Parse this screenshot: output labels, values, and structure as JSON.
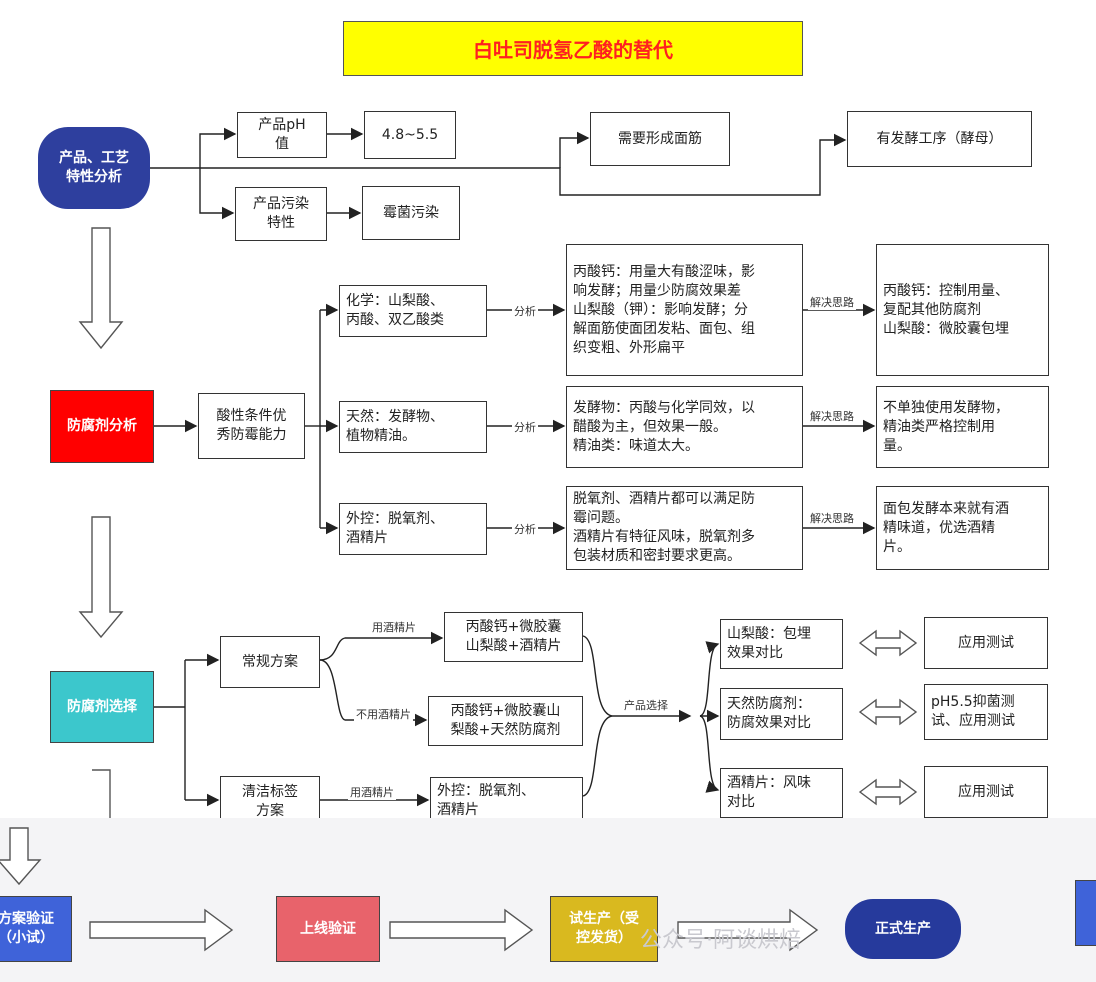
{
  "title": "白吐司脱氢乙酸的替代",
  "nodes": {
    "product_analysis": "产品、工艺\n特性分析",
    "ph": "产品pH\n值",
    "ph_value": "4.8~5.5",
    "contamination": "产品污染\n特性",
    "mold": "霉菌污染",
    "gluten": "需要形成面筋",
    "fermentation": "有发酵工序（酵母）",
    "preservative_analysis": "防腐剂分析",
    "acidic": "酸性条件优\n秀防霉能力",
    "chemical": "化学：山梨酸、\n丙酸、双乙酸类",
    "chemical_analysis": "丙酸钙：用量大有酸涩味，影\n响发酵；用量少防腐效果差\n山梨酸（钾）：影响发酵；分\n解面筋使面团发粘、面包、组\n织变粗、外形扁平",
    "chemical_solution": "丙酸钙：控制用量、\n复配其他防腐剂\n山梨酸：微胶囊包埋",
    "natural": "天然：发酵物、\n植物精油。",
    "natural_analysis": "发酵物：丙酸与化学同效，以\n醋酸为主，但效果一般。\n精油类：味道太大。",
    "natural_solution": "不单独使用发酵物，\n精油类严格控制用\n量。",
    "external": "外控：脱氧剂、\n酒精片",
    "external_analysis": "脱氧剂、酒精片都可以满足防\n霉问题。\n酒精片有特征风味，脱氧剂多\n包装材质和密封要求更高。",
    "external_solution": "面包发酵本来就有酒\n精味道，优选酒精\n片。",
    "preservative_selection": "防腐剂选择",
    "regular": "常规方案",
    "regular_a": "丙酸钙+微胶囊\n山梨酸+酒精片",
    "regular_b": "丙酸钙+微胶囊山\n梨酸+天然防腐剂",
    "clean_label": "清洁标签\n方案",
    "clean_a": "外控：脱氧剂、\n酒精片",
    "test_sorbic": "山梨酸：包埋\n效果对比",
    "test_natural": "天然防腐剂：\n防腐效果对比",
    "test_alcohol": "酒精片：风味\n对比",
    "app_test_1": "应用测试",
    "app_test_2": "pH5.5抑菌测\n试、应用测试",
    "app_test_3": "应用测试",
    "plan_verify": "方案验证\n（小试）",
    "line_verify": "上线验证",
    "trial": "试生产（受\n控发货）",
    "formal": "正式生产"
  },
  "edge_labels": {
    "analysis_1": "分析",
    "analysis_2": "分析",
    "analysis_3": "分析",
    "solution_1": "解决思路",
    "solution_2": "解决思路",
    "solution_3": "解决思路",
    "use_alcohol_1": "用酒精片",
    "no_alcohol": "不用酒精片",
    "use_alcohol_2": "用酒精片",
    "product_select": "产品选择"
  },
  "watermark": "公众号·阿谈烘焙",
  "colors": {
    "title_bg": "#ffff00",
    "title_text": "#ff2020",
    "start_pill": "#2e3f9e",
    "analysis_box": "#ff0000",
    "selection_box": "#3cc7cc",
    "verify_box": "#3f63d9",
    "line_verify_box": "#e8636b",
    "trial_box": "#d9b91f",
    "formal_pill": "#263a9c"
  }
}
